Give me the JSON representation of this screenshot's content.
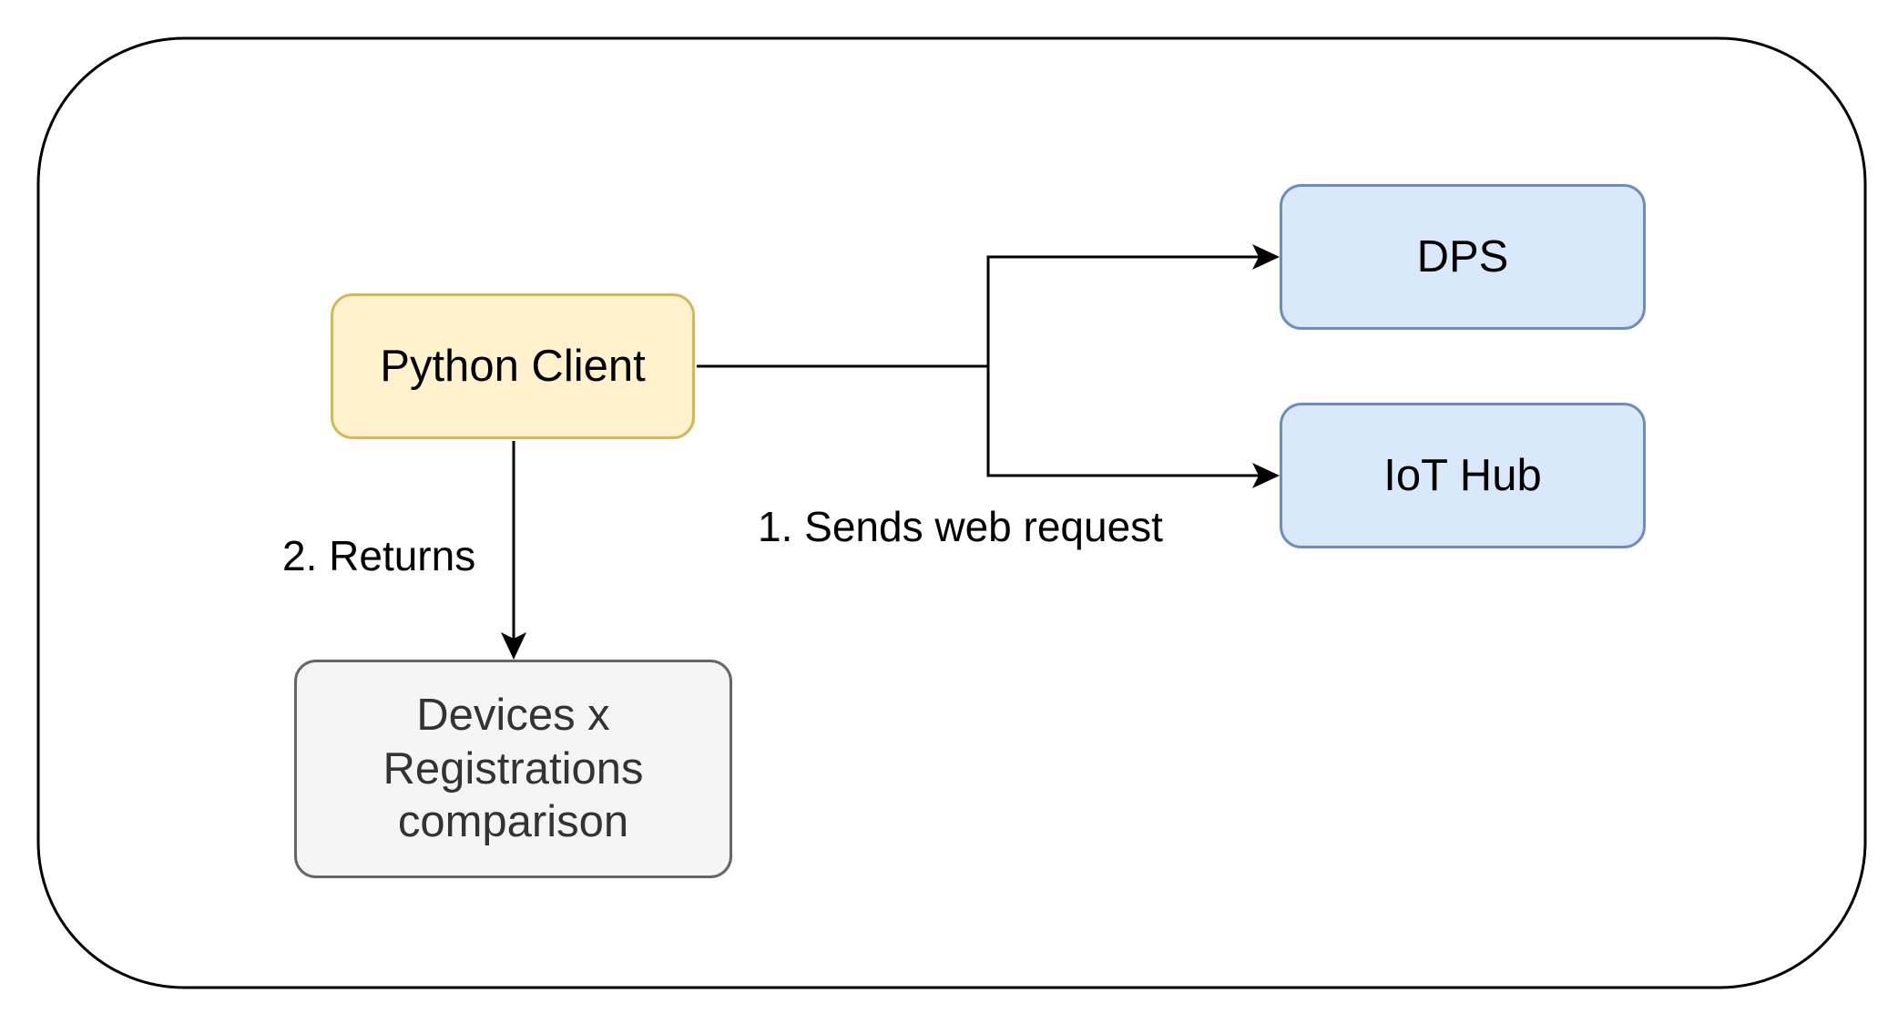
{
  "nodes": {
    "python_client": "Python Client",
    "dps": "DPS",
    "iot_hub": "IoT Hub",
    "devices_comparison": "Devices x Registrations comparison"
  },
  "edges": {
    "sends_request": "1. Sends web request",
    "returns": "2. Returns"
  },
  "colors": {
    "python_fill": "#fff2cc",
    "python_stroke": "#d6b656",
    "service_fill": "#dae8fc",
    "service_stroke": "#6c8ebf",
    "result_fill": "#f5f5f5",
    "result_stroke": "#666666"
  }
}
